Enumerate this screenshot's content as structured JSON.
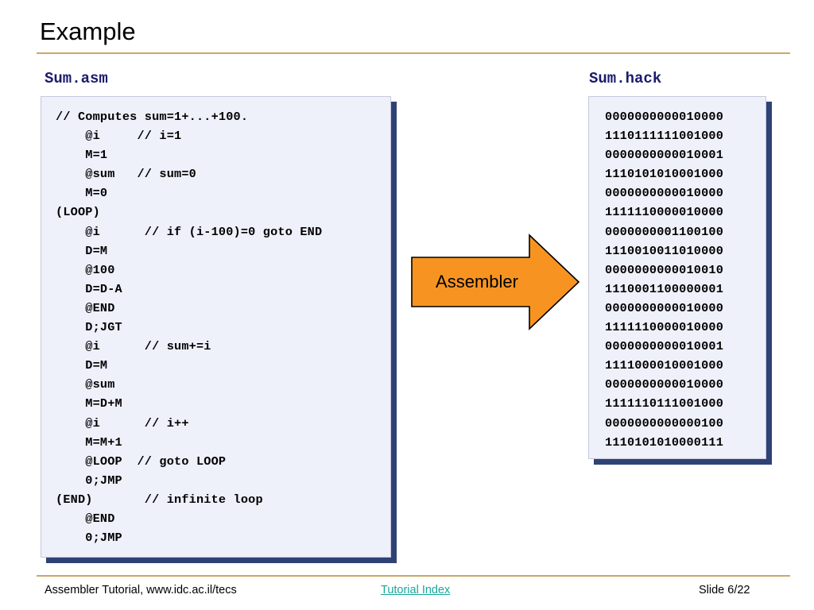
{
  "slide": {
    "title": "Example",
    "rule_color": "#c9a86a"
  },
  "columns": {
    "asm_header": "Sum.asm",
    "hack_header": "Sum.hack",
    "header_color": "#1b1b6e"
  },
  "asm_panel": {
    "code": "// Computes sum=1+...+100.\n    @i     // i=1\n    M=1\n    @sum   // sum=0\n    M=0\n(LOOP)\n    @i      // if (i-100)=0 goto END\n    D=M\n    @100\n    D=D-A\n    @END\n    D;JGT\n    @i      // sum+=i\n    D=M\n    @sum\n    M=D+M\n    @i      // i++\n    M=M+1\n    @LOOP  // goto LOOP\n    0;JMP\n(END)       // infinite loop\n    @END\n    0;JMP",
    "lines": [
      "// Computes sum=1+...+100.",
      "    @i     // i=1",
      "    M=1",
      "    @sum   // sum=0",
      "    M=0",
      "(LOOP)",
      "    @i      // if (i-100)=0 goto END",
      "    D=M",
      "    @100",
      "    D=D-A",
      "    @END",
      "    D;JGT",
      "    @i      // sum+=i",
      "    D=M",
      "    @sum",
      "    M=D+M",
      "    @i      // i++",
      "    M=M+1",
      "    @LOOP  // goto LOOP",
      "    0;JMP",
      "(END)       // infinite loop",
      "    @END",
      "    0;JMP"
    ],
    "background": "#eef0fa",
    "shadow_color": "#2e4374"
  },
  "hack_panel": {
    "code": "0000000000010000\n1110111111001000\n0000000000010001\n1110101010001000\n0000000000010000\n1111110000010000\n0000000001100100\n1110010011010000\n0000000000010010\n1110001100000001\n0000000000010000\n1111110000010000\n0000000000010001\n1111000010001000\n0000000000010000\n1111110111001000\n0000000000000100\n1110101010000111",
    "lines": [
      "0000000000010000",
      "1110111111001000",
      "0000000000010001",
      "1110101010001000",
      "0000000000010000",
      "1111110000010000",
      "0000000001100100",
      "1110010011010000",
      "0000000000010010",
      "1110001100000001",
      "0000000000010000",
      "1111110000010000",
      "0000000000010001",
      "1111000010001000",
      "0000000000010000",
      "1111110111001000",
      "0000000000000100",
      "1110101010000111"
    ],
    "background": "#eef0fa",
    "shadow_color": "#2e4374"
  },
  "arrow": {
    "label": "Assembler",
    "fill": "#f79421",
    "stroke": "#000000"
  },
  "footer": {
    "left": "Assembler Tutorial, www.idc.ac.il/tecs",
    "link": "Tutorial Index",
    "link_color": "#17a79c",
    "right": "Slide 6/22"
  }
}
